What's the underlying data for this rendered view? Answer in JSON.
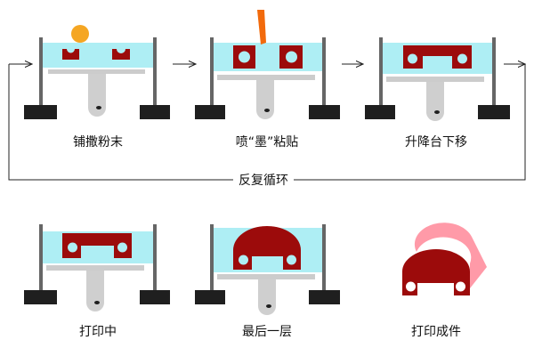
{
  "steps": [
    {
      "label": "铺撒粉末"
    },
    {
      "label": "喷“墨”粘贴"
    },
    {
      "label": "升降台下移"
    },
    {
      "label": "打印中"
    },
    {
      "label": "最后一层"
    },
    {
      "label": "打印成件"
    }
  ],
  "loop_label": "反复循环",
  "colors": {
    "powder": "#aeeef4",
    "part": "#9c0b0b",
    "part_final": "#ff9aa8",
    "post": "#666666",
    "foot": "#1f1f1f",
    "platform": "#cccccc",
    "piston": "#cfcfcf",
    "ball": "#f5a623",
    "nozzle": "#f26a0c"
  }
}
